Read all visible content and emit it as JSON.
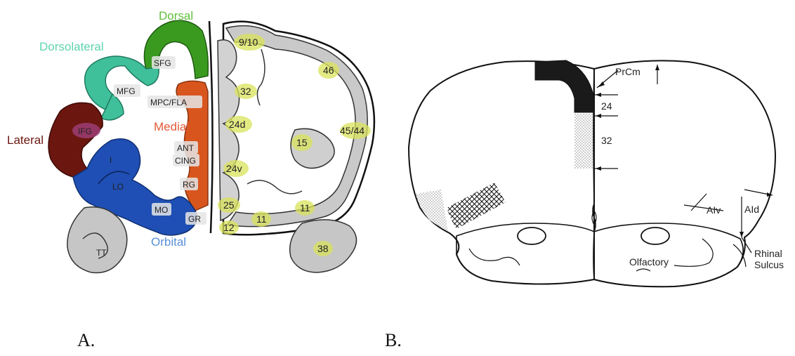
{
  "panelA": {
    "label": "A.",
    "regions": {
      "dorsal": "Dorsal",
      "dorsolateral": "Dorsolateral",
      "lateral": "Lateral",
      "medial": "Medial",
      "orbital": "Orbital"
    },
    "structures": {
      "sfg": "SFG",
      "mfg": "MFG",
      "mpc_fla": "MPC/FLA",
      "ifg": "IFG",
      "ant": "ANT",
      "cing": "CING",
      "i": "I",
      "lo": "LO",
      "rg": "RG",
      "mo": "MO",
      "gr": "GR",
      "tt": "TT"
    },
    "areas": {
      "a9_10": "9/10",
      "a46": "46",
      "a32": "32",
      "a24d": "24d",
      "a45_44": "45/44",
      "a15": "15",
      "a24v": "24v",
      "a25": "25",
      "a11_med": "11",
      "a11_lat": "11",
      "a12": "12",
      "a38": "38"
    },
    "colors": {
      "dorsal": "#3a9a1f",
      "dorsolateral": "#3fc09a",
      "lateral": "#6b1710",
      "medial": "#d8561e",
      "orbital": "#1f4fb4",
      "highlight": "#d9e35a"
    }
  },
  "panelB": {
    "label": "B.",
    "labels": {
      "prcm": "PrCm",
      "n24": "24",
      "n32": "32",
      "alv": "AIv",
      "ald": "AId",
      "rhinal1": "Rhinal",
      "rhinal2": "Sulcus",
      "olfactory": "Olfactory"
    }
  }
}
